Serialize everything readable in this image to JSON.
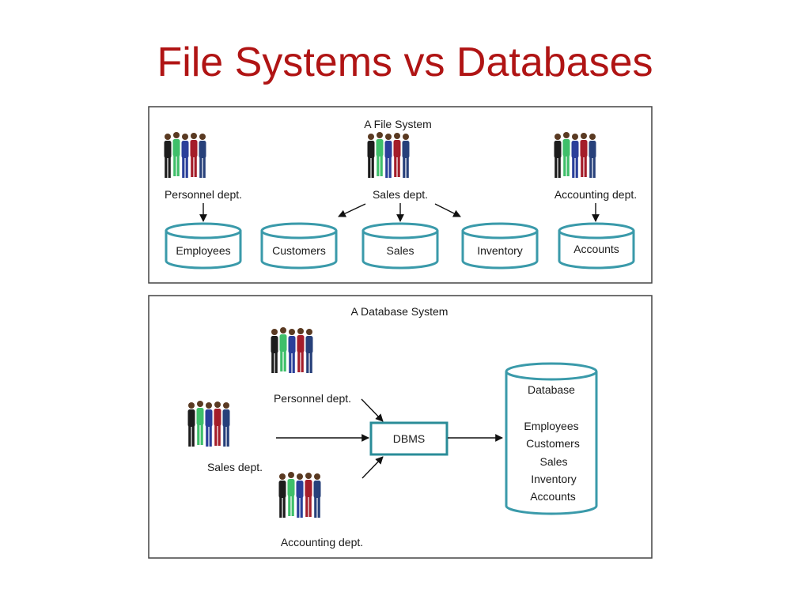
{
  "slide": {
    "title": "File Systems vs Databases"
  },
  "colors": {
    "title": "#b01414",
    "cylinder_stroke": "#3a9aaa",
    "dbms_stroke": "#2a8c98",
    "panel_border": "#444444"
  },
  "file_system": {
    "heading": "A File System",
    "departments": {
      "personnel": "Personnel dept.",
      "sales": "Sales dept.",
      "accounting": "Accounting dept."
    },
    "files": [
      "Employees",
      "Customers",
      "Sales",
      "Inventory",
      "Accounts"
    ]
  },
  "database_system": {
    "heading": "A Database System",
    "departments": {
      "personnel": "Personnel dept.",
      "sales": "Sales dept.",
      "accounting": "Accounting dept."
    },
    "dbms_label": "DBMS",
    "database": {
      "title": "Database",
      "items": [
        "Employees",
        "Customers",
        "Sales",
        "Inventory",
        "Accounts"
      ]
    }
  },
  "icons": {
    "people_group": "people-group-icon",
    "cylinder": "database-cylinder-icon",
    "arrow": "arrow-icon"
  }
}
